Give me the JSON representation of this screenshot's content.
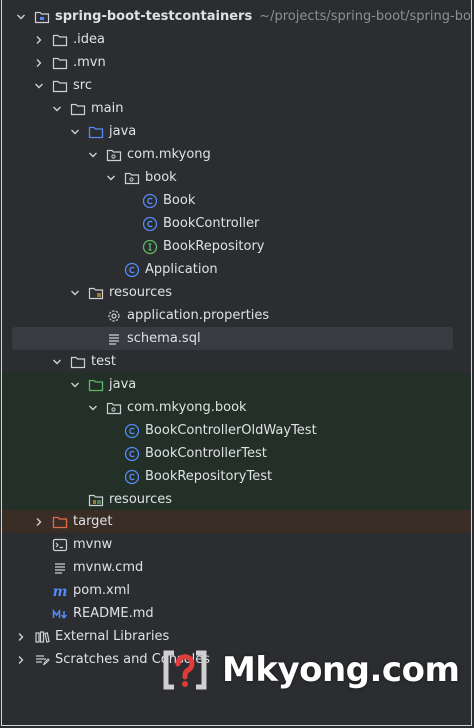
{
  "project": {
    "name": "spring-boot-testcontainers",
    "path": "~/projects/spring-boot/spring-boot-testco"
  },
  "tree": {
    "idea": ".idea",
    "mvn": ".mvn",
    "src": "src",
    "main": "main",
    "main_java": "java",
    "pkg_main": "com.mkyong",
    "pkg_book": "book",
    "book": "Book",
    "book_controller": "BookController",
    "book_repository": "BookRepository",
    "application": "Application",
    "resources": "resources",
    "app_props": "application.properties",
    "schema": "schema.sql",
    "test": "test",
    "test_java": "java",
    "pkg_test": "com.mkyong.book",
    "test1": "BookControllerOldWayTest",
    "test2": "BookControllerTest",
    "test3": "BookRepositoryTest",
    "test_resources": "resources",
    "target": "target",
    "mvnw": "mvnw",
    "mvnw_cmd": "mvnw.cmd",
    "pom": "pom.xml",
    "readme": "README.md",
    "ext_libs": "External Libraries",
    "scratches": "Scratches and Consoles"
  },
  "watermark": {
    "text": "Mkyong.com"
  },
  "colors": {
    "background": "#2b2d30",
    "selection": "#393b40",
    "test_highlight": "#233027",
    "excluded_highlight": "#3a2d26",
    "class_icon": "#548af7",
    "interface_icon": "#5fb865",
    "folder_icon": "#ced0d6"
  },
  "icons": {
    "folder": "folder-icon",
    "source_folder": "source-folder-icon",
    "test_folder": "test-folder-icon",
    "package": "package-icon",
    "class": "class-icon",
    "interface": "interface-icon",
    "resources": "resources-folder-icon",
    "excluded": "excluded-folder-icon",
    "settings": "settings-icon",
    "file": "text-file-icon",
    "terminal": "terminal-file-icon",
    "maven": "maven-icon",
    "markdown": "markdown-icon",
    "libraries": "libraries-icon",
    "scratches": "scratches-icon"
  }
}
